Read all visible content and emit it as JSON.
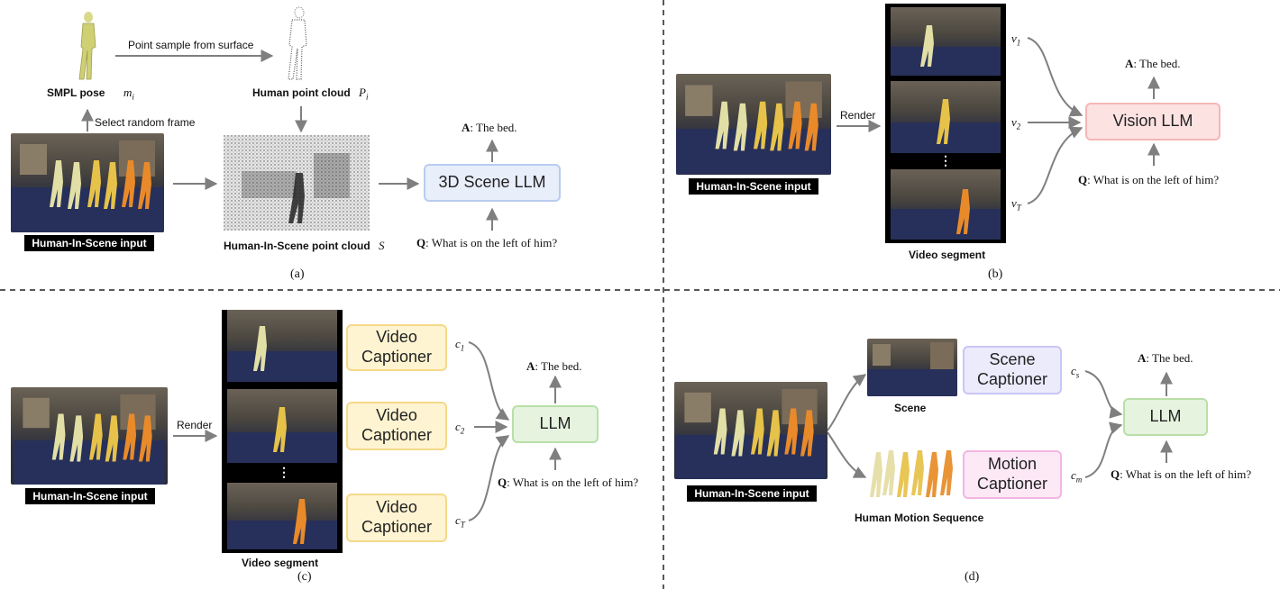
{
  "panel_a": {
    "smpl_pose_label": "SMPL pose",
    "smpl_pose_symbol": "m",
    "smpl_pose_sub": "i",
    "point_sample_label": "Point sample from surface",
    "human_point_cloud_label": "Human point cloud",
    "human_point_cloud_symbol": "P",
    "human_point_cloud_sub": "i",
    "select_frame_label": "Select random frame",
    "input_label": "Human-In-Scene input",
    "scene_point_cloud_label": "Human-In-Scene point cloud",
    "scene_point_cloud_symbol": "S",
    "module_label": "3D Scene LLM",
    "answer_prefix": "A",
    "answer_text": ": The bed.",
    "question_prefix": "Q",
    "question_text": ": What is on the left of him?",
    "caption": "(a)"
  },
  "panel_b": {
    "render_label": "Render",
    "input_label": "Human-In-Scene input",
    "video_segment_label": "Video segment",
    "ellipsis": "⋮",
    "v1": "v",
    "v1_sub": "1",
    "v2": "v",
    "v2_sub": "2",
    "vT": "v",
    "vT_sub": "T",
    "module_label": "Vision LLM",
    "answer_prefix": "A",
    "answer_text": ": The bed.",
    "question_prefix": "Q",
    "question_text": ": What is on the left of him?",
    "caption": "(b)"
  },
  "panel_c": {
    "render_label": "Render",
    "input_label": "Human-In-Scene input",
    "video_segment_label": "Video segment",
    "ellipsis": "⋮",
    "captioner_1": "Video Captioner",
    "captioner_2": "Video Captioner",
    "captioner_3": "Video Captioner",
    "c1": "c",
    "c1_sub": "1",
    "c2": "c",
    "c2_sub": "2",
    "cT": "c",
    "cT_sub": "T",
    "module_label": "LLM",
    "answer_prefix": "A",
    "answer_text": ": The bed.",
    "question_prefix": "Q",
    "question_text": ": What is on the left of him?",
    "caption": "(c)"
  },
  "panel_d": {
    "input_label": "Human-In-Scene input",
    "scene_label": "Scene",
    "motion_label": "Human Motion Sequence",
    "scene_captioner": "Scene Captioner",
    "motion_captioner": "Motion Captioner",
    "cs": "c",
    "cs_sub": "s",
    "cm": "c",
    "cm_sub": "m",
    "module_label": "LLM",
    "answer_prefix": "A",
    "answer_text": ": The bed.",
    "question_prefix": "Q",
    "question_text": ": What is on the left of him?",
    "caption": "(d)"
  },
  "colors": {
    "arrow": "#7f7f7f",
    "divider": "#222222",
    "blue_module": "#e8eefa",
    "pink_module": "#fde2e2",
    "yellow_module": "#fff4d1",
    "green_module": "#e6f3df",
    "lavender_module": "#ecebfc",
    "magenta_module": "#fde9f6"
  }
}
